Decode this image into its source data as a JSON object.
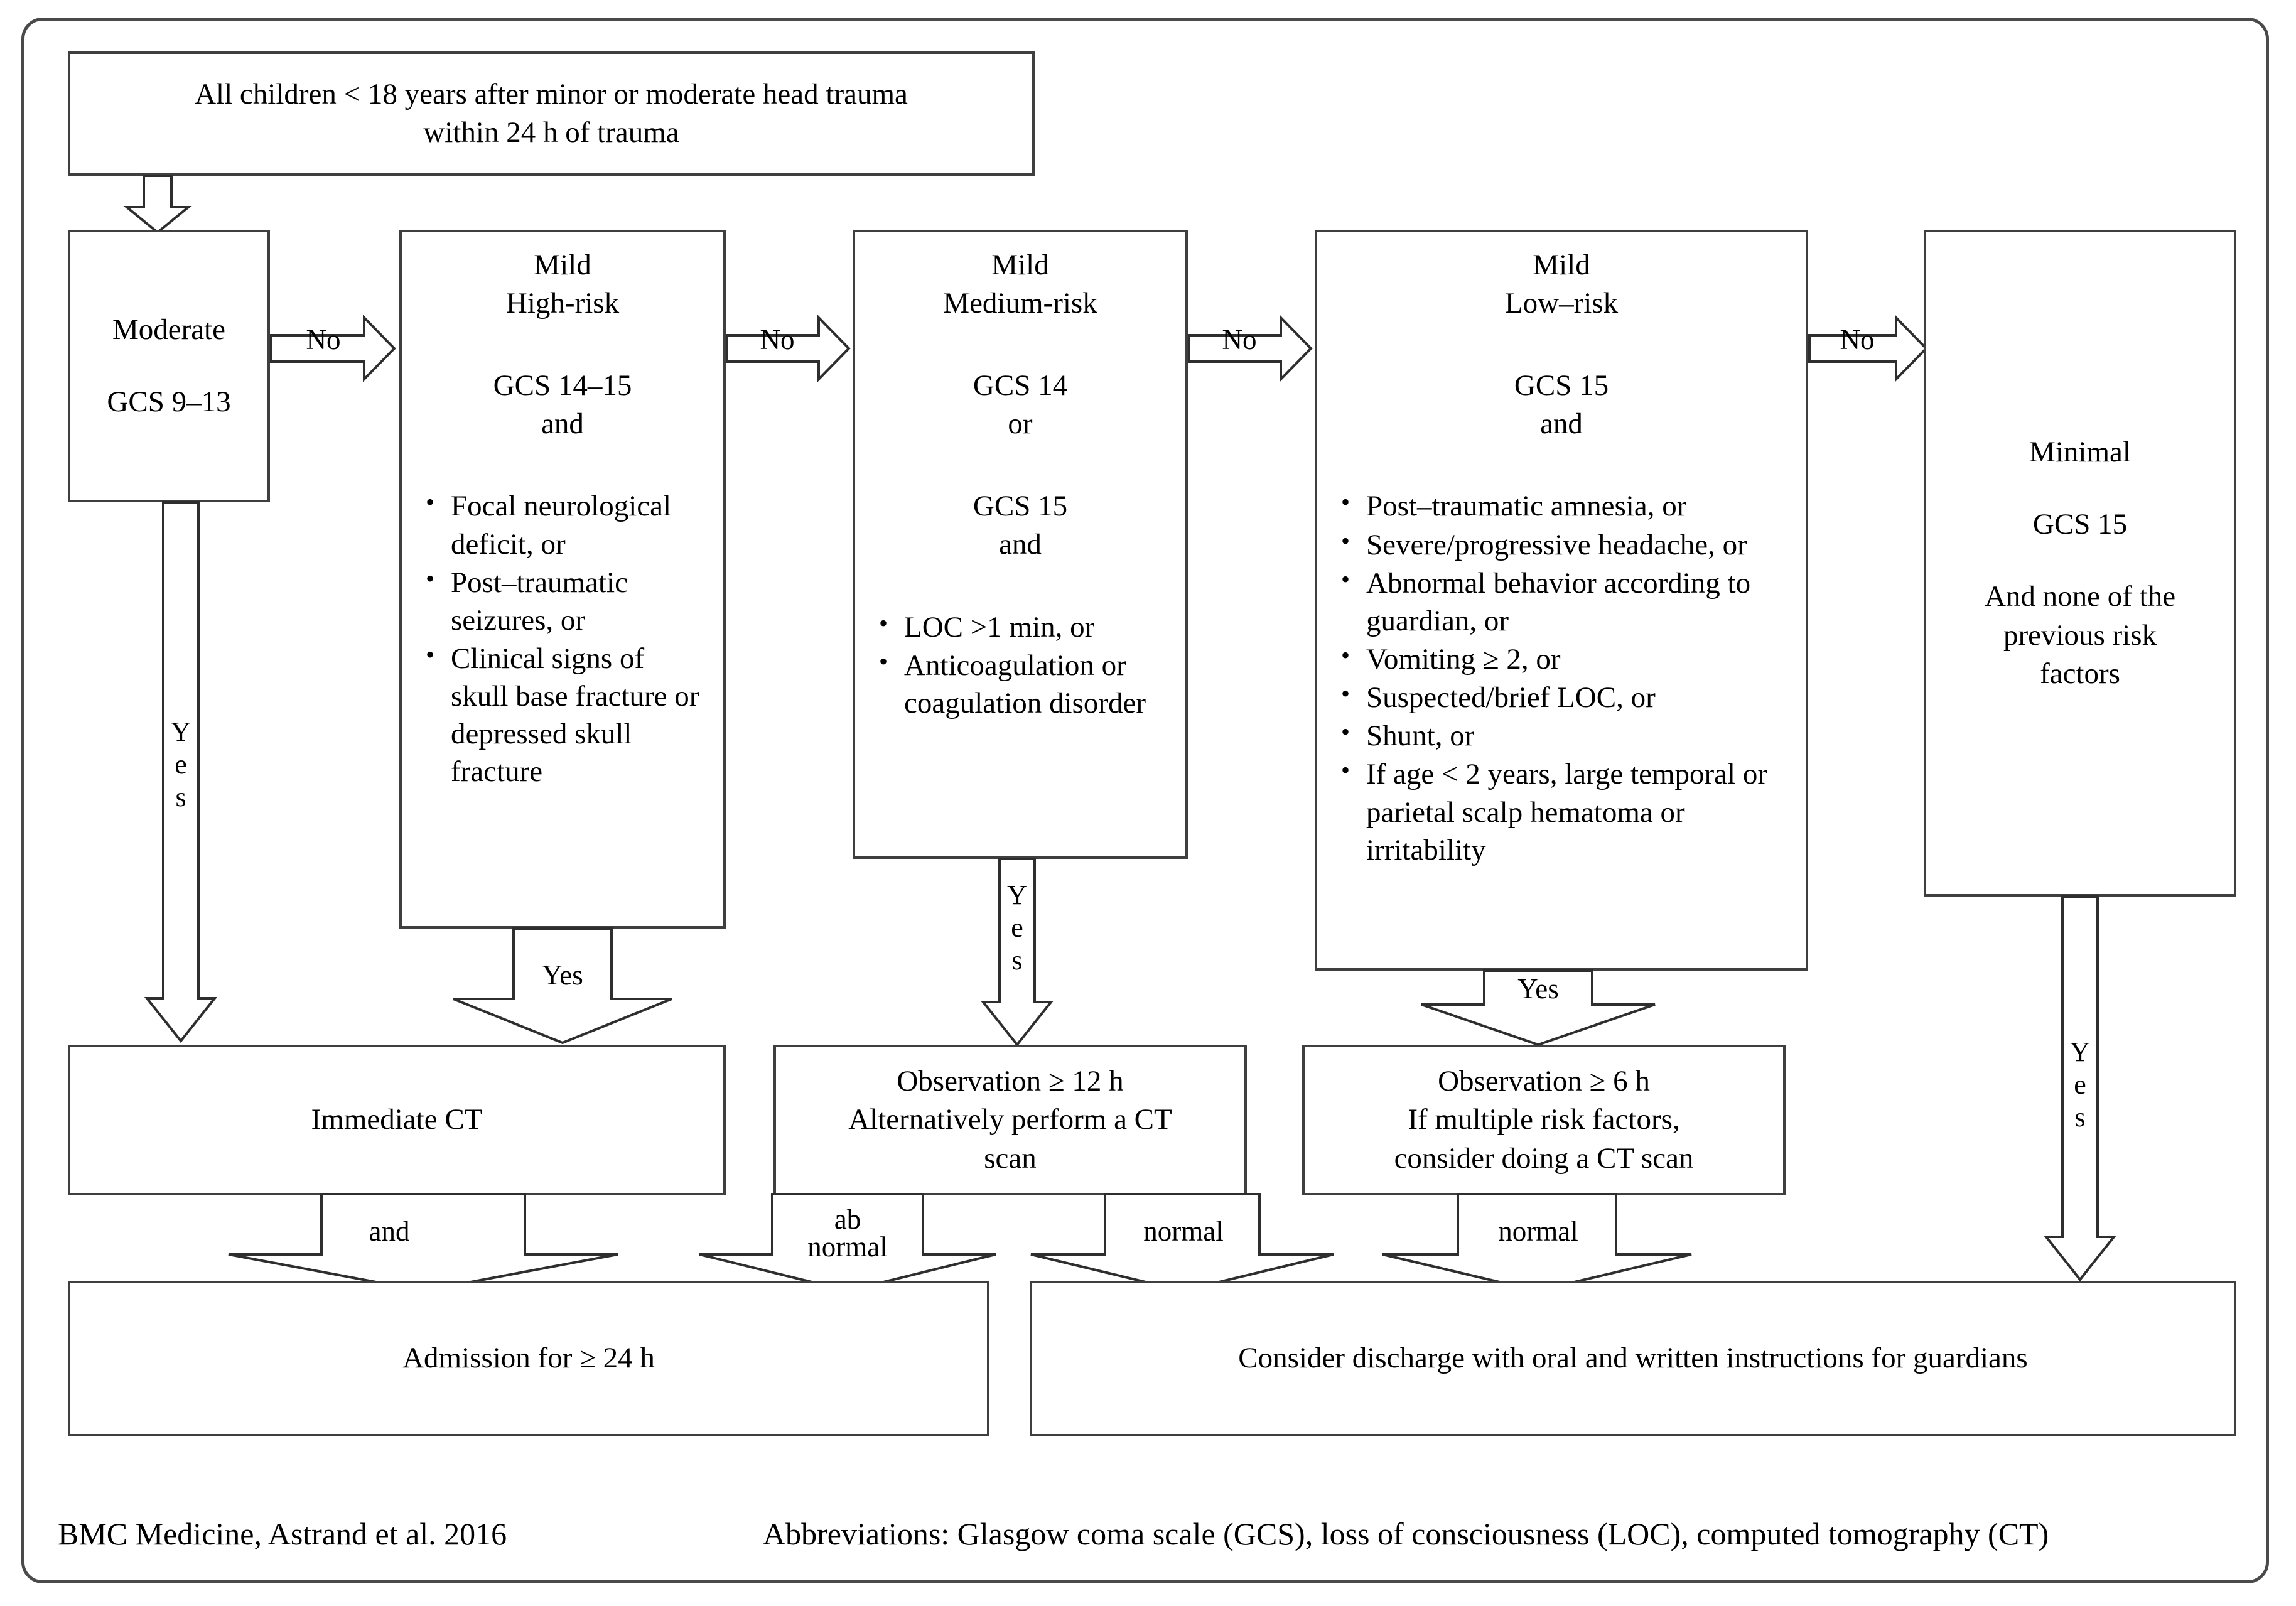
{
  "figure": {
    "title_box": {
      "line1": "All children < 18 years after minor or moderate head trauma",
      "line2": "within 24 h of trauma"
    },
    "severity_boxes": [
      {
        "id": "moderate",
        "header": "Moderate",
        "gcs": "GCS 9–13",
        "bullets": []
      },
      {
        "id": "mild-high-risk",
        "header_line1": "Mild",
        "header_line2": "High-risk",
        "gcs": "GCS 14–15",
        "conj": "and",
        "bullets": [
          "Focal neurological deficit, or",
          "Post–traumatic seizures, or",
          "Clinical signs of skull base fracture or depressed skull fracture"
        ]
      },
      {
        "id": "mild-medium-risk",
        "header_line1": "Mild",
        "header_line2": "Medium-risk",
        "gcs": "GCS 14",
        "conj": "or",
        "gcs2": "GCS 15",
        "conj2": "and",
        "bullets": [
          "LOC >1 min, or",
          "Anticoagulation or coagulation disorder"
        ]
      },
      {
        "id": "mild-low-risk",
        "header_line1": "Mild",
        "header_line2": "Low–risk",
        "gcs": "GCS 15",
        "conj": "and",
        "bullets": [
          "Post–traumatic amnesia, or",
          "Severe/progressive headache, or",
          "Abnormal behavior according to guardian, or",
          "Vomiting ≥ 2, or",
          "Suspected/brief LOC, or",
          "Shunt, or",
          "If age < 2 years, large temporal or parietal scalp hematoma or irritability"
        ]
      },
      {
        "id": "minimal",
        "header": "Minimal",
        "gcs": "GCS 15",
        "note_line1": "And none of the",
        "note_line2": "previous risk",
        "note_line3": "factors"
      }
    ],
    "action_boxes": {
      "immediate_ct": "Immediate CT",
      "observation_12h": {
        "line1": "Observation ≥ 12 h",
        "line2": "Alternatively perform a CT",
        "line3": "scan"
      },
      "observation_6h": {
        "line1": "Observation ≥ 6 h",
        "line2": "If multiple risk factors,",
        "line3": "consider doing a CT scan"
      }
    },
    "outcome_boxes": {
      "admission": "Admission for ≥ 24 h",
      "discharge": "Consider discharge with oral and written instructions for guardians"
    },
    "edge_labels": {
      "no_1": "No",
      "no_2": "No",
      "no_3": "No",
      "no_4": "No",
      "yes_moderate": [
        "Y",
        "e",
        "s"
      ],
      "yes_high_risk": "Yes",
      "yes_medium_risk": [
        "Y",
        "e",
        "s"
      ],
      "yes_low_risk": "Yes",
      "yes_minimal": [
        "Y",
        "e",
        "s"
      ],
      "and": "and",
      "abnormal_line1": "ab",
      "abnormal_line2": "normal",
      "normal_1": "normal",
      "normal_2": "normal"
    },
    "footer": {
      "citation": "BMC Medicine, Astrand et al. 2016",
      "abbreviations": "Abbreviations: Glasgow coma scale (GCS), loss of consciousness  (LOC), computed tomography (CT)"
    },
    "colors": {
      "border": "#3f3f3f",
      "frame": "#4a4a4a",
      "text": "#000000",
      "background": "#ffffff"
    }
  }
}
